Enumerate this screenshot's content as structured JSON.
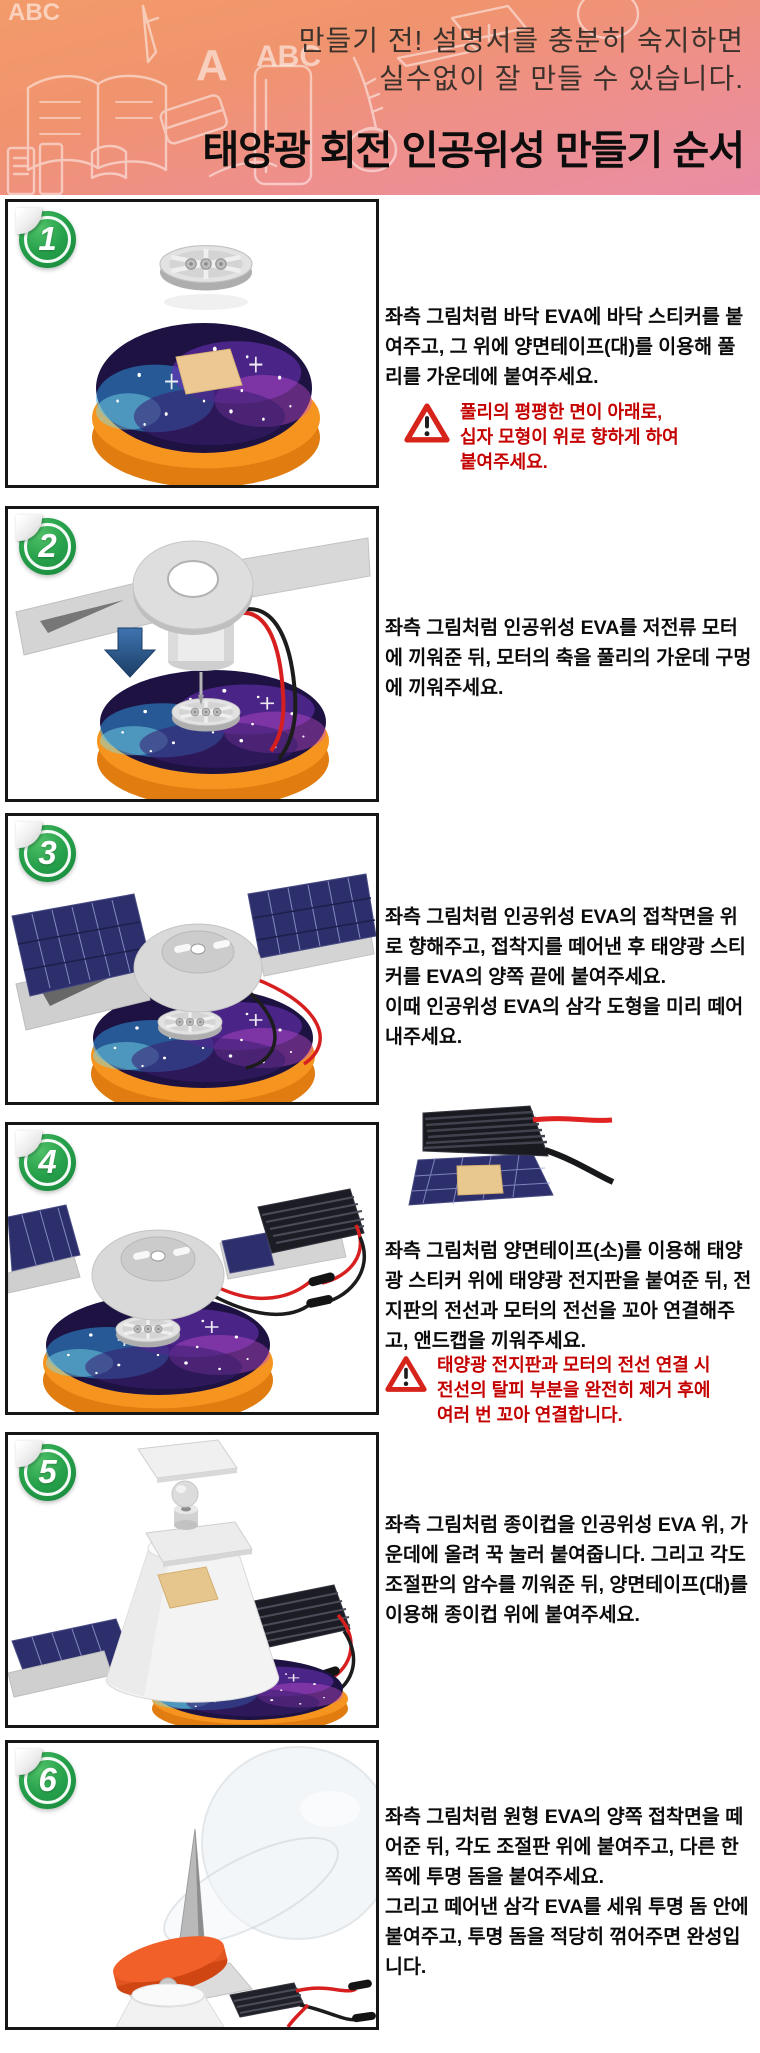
{
  "header": {
    "notice_line1": "만들기 전! 설명서를 충분히 숙지하면",
    "notice_line2": "실수없이 잘 만들 수 있습니다.",
    "title": "태양광 회전 인공위성 만들기 순서",
    "doodle_abc_small": "ABC",
    "doodle_a": "A",
    "doodle_abc_large": "ABC"
  },
  "steps": [
    {
      "number": "1",
      "text": "좌측 그림처럼 바닥 EVA에 바닥 스티커를 붙여주고, 그 위에 양면테이프(대)를 이용해 풀리를 가운데에 붙여주세요.",
      "warning": "풀리의 평평한 면이 아래로,\n십자 모형이 위로 향하게 하여\n붙여주세요.",
      "illustration": "pulley-above-galaxy-base-disc"
    },
    {
      "number": "2",
      "text": "좌측 그림처럼 인공위성 EVA를 저전류 모터에 끼워준 뒤, 모터의 축을 풀리의 가운데 구멍에 끼워주세요.",
      "warning": null,
      "illustration": "satellite-eva-motor-inserted-into-pulley"
    },
    {
      "number": "3",
      "text": "좌측 그림처럼 인공위성 EVA의 접착면을 위로 향해주고, 접착지를 떼어낸 후 태양광 스티커를 EVA의 양쪽 끝에 붙여주세요.\n이때 인공위성 EVA의 삼각 도형을 미리 떼어 내주세요.",
      "warning": null,
      "illustration": "solar-stickers-on-satellite-arms"
    },
    {
      "number": "4",
      "text": "좌측 그림처럼 양면테이프(소)를 이용해 태양광 스티커 위에 태양광 전지판을 붙여준 뒤, 전지판의 전선과 모터의 전선을 꼬아 연결해주고, 앤드캡을 끼워주세요.",
      "warning": "태양광 전지판과 모터의 전선 연결 시\n전선의 탈피 부분을 완전히 제거 후에\n여러 번 꼬아 연결합니다.",
      "illustration": "solar-cell-panel-wired-to-motor",
      "inset_illustration": "solar-cell-wiring-closeup"
    },
    {
      "number": "5",
      "text": "좌측 그림처럼 종이컵을 인공위성 EVA 위, 가운데에 올려 꾹 눌러 붙여줍니다. 그리고 각도 조절판의 암수를 끼워준 뒤, 양면테이프(대)를 이용해 종이컵 위에 붙여주세요.",
      "warning": null,
      "illustration": "paper-cup-and-angle-plate-exploded-view"
    },
    {
      "number": "6",
      "text": "좌측 그림처럼 원형 EVA의 양쪽 접착면을 떼어준 뒤, 각도 조절판 위에 붙여주고, 다른 한쪽에 투명 돔을 붙여주세요.\n그리고 떼어낸 삼각 EVA를 세워 투명 돔 안에 붙여주고, 투명 돔을 적당히 꺾어주면 완성입니다.",
      "warning": null,
      "illustration": "clear-dome-orange-disc-triangle-eva-assembly"
    }
  ],
  "colors": {
    "header_orange": "#f39b6a",
    "header_pink": "#ea8da6",
    "badge_green": "#27a14b",
    "warning_red": "#c40000",
    "base_orange": "#f5941e",
    "galaxy_navy": "#1d1242",
    "solar_panel_navy": "#2c2f6b",
    "solar_cell_black": "#1c1d24",
    "arrow_blue": "#2e5f9e",
    "wire_red": "#d81f1f",
    "wire_black": "#1c1c1c"
  }
}
